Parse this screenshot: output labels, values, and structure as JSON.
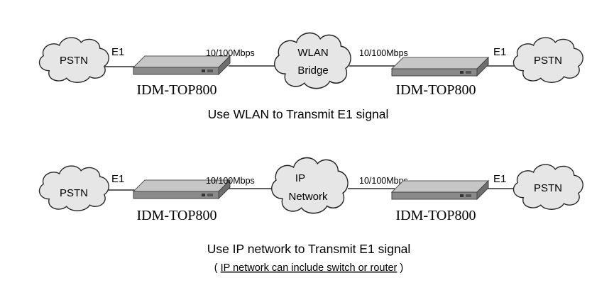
{
  "diagram1": {
    "left_cloud": "PSTN",
    "left_link": "E1",
    "left_device": "IDM-TOP800",
    "left_speed": "10/100Mbps",
    "center_cloud_line1": "WLAN",
    "center_cloud_line2": "Bridge",
    "right_speed": "10/100Mbps",
    "right_device": "IDM-TOP800",
    "right_link": "E1",
    "right_cloud": "PSTN",
    "caption": "Use WLAN to Transmit E1 signal"
  },
  "diagram2": {
    "left_cloud": "PSTN",
    "left_link": "E1",
    "left_device": "IDM-TOP800",
    "left_speed": "10/100Mbps",
    "center_cloud_line1": "IP",
    "center_cloud_line2": "Network",
    "right_speed": "10/100Mbps",
    "right_device": "IDM-TOP800",
    "right_link": "E1",
    "right_cloud": "PSTN",
    "caption": "Use IP network to Transmit E1 signal",
    "note_open": "( ",
    "note_text": "IP network can include switch or router",
    "note_close": " )"
  }
}
